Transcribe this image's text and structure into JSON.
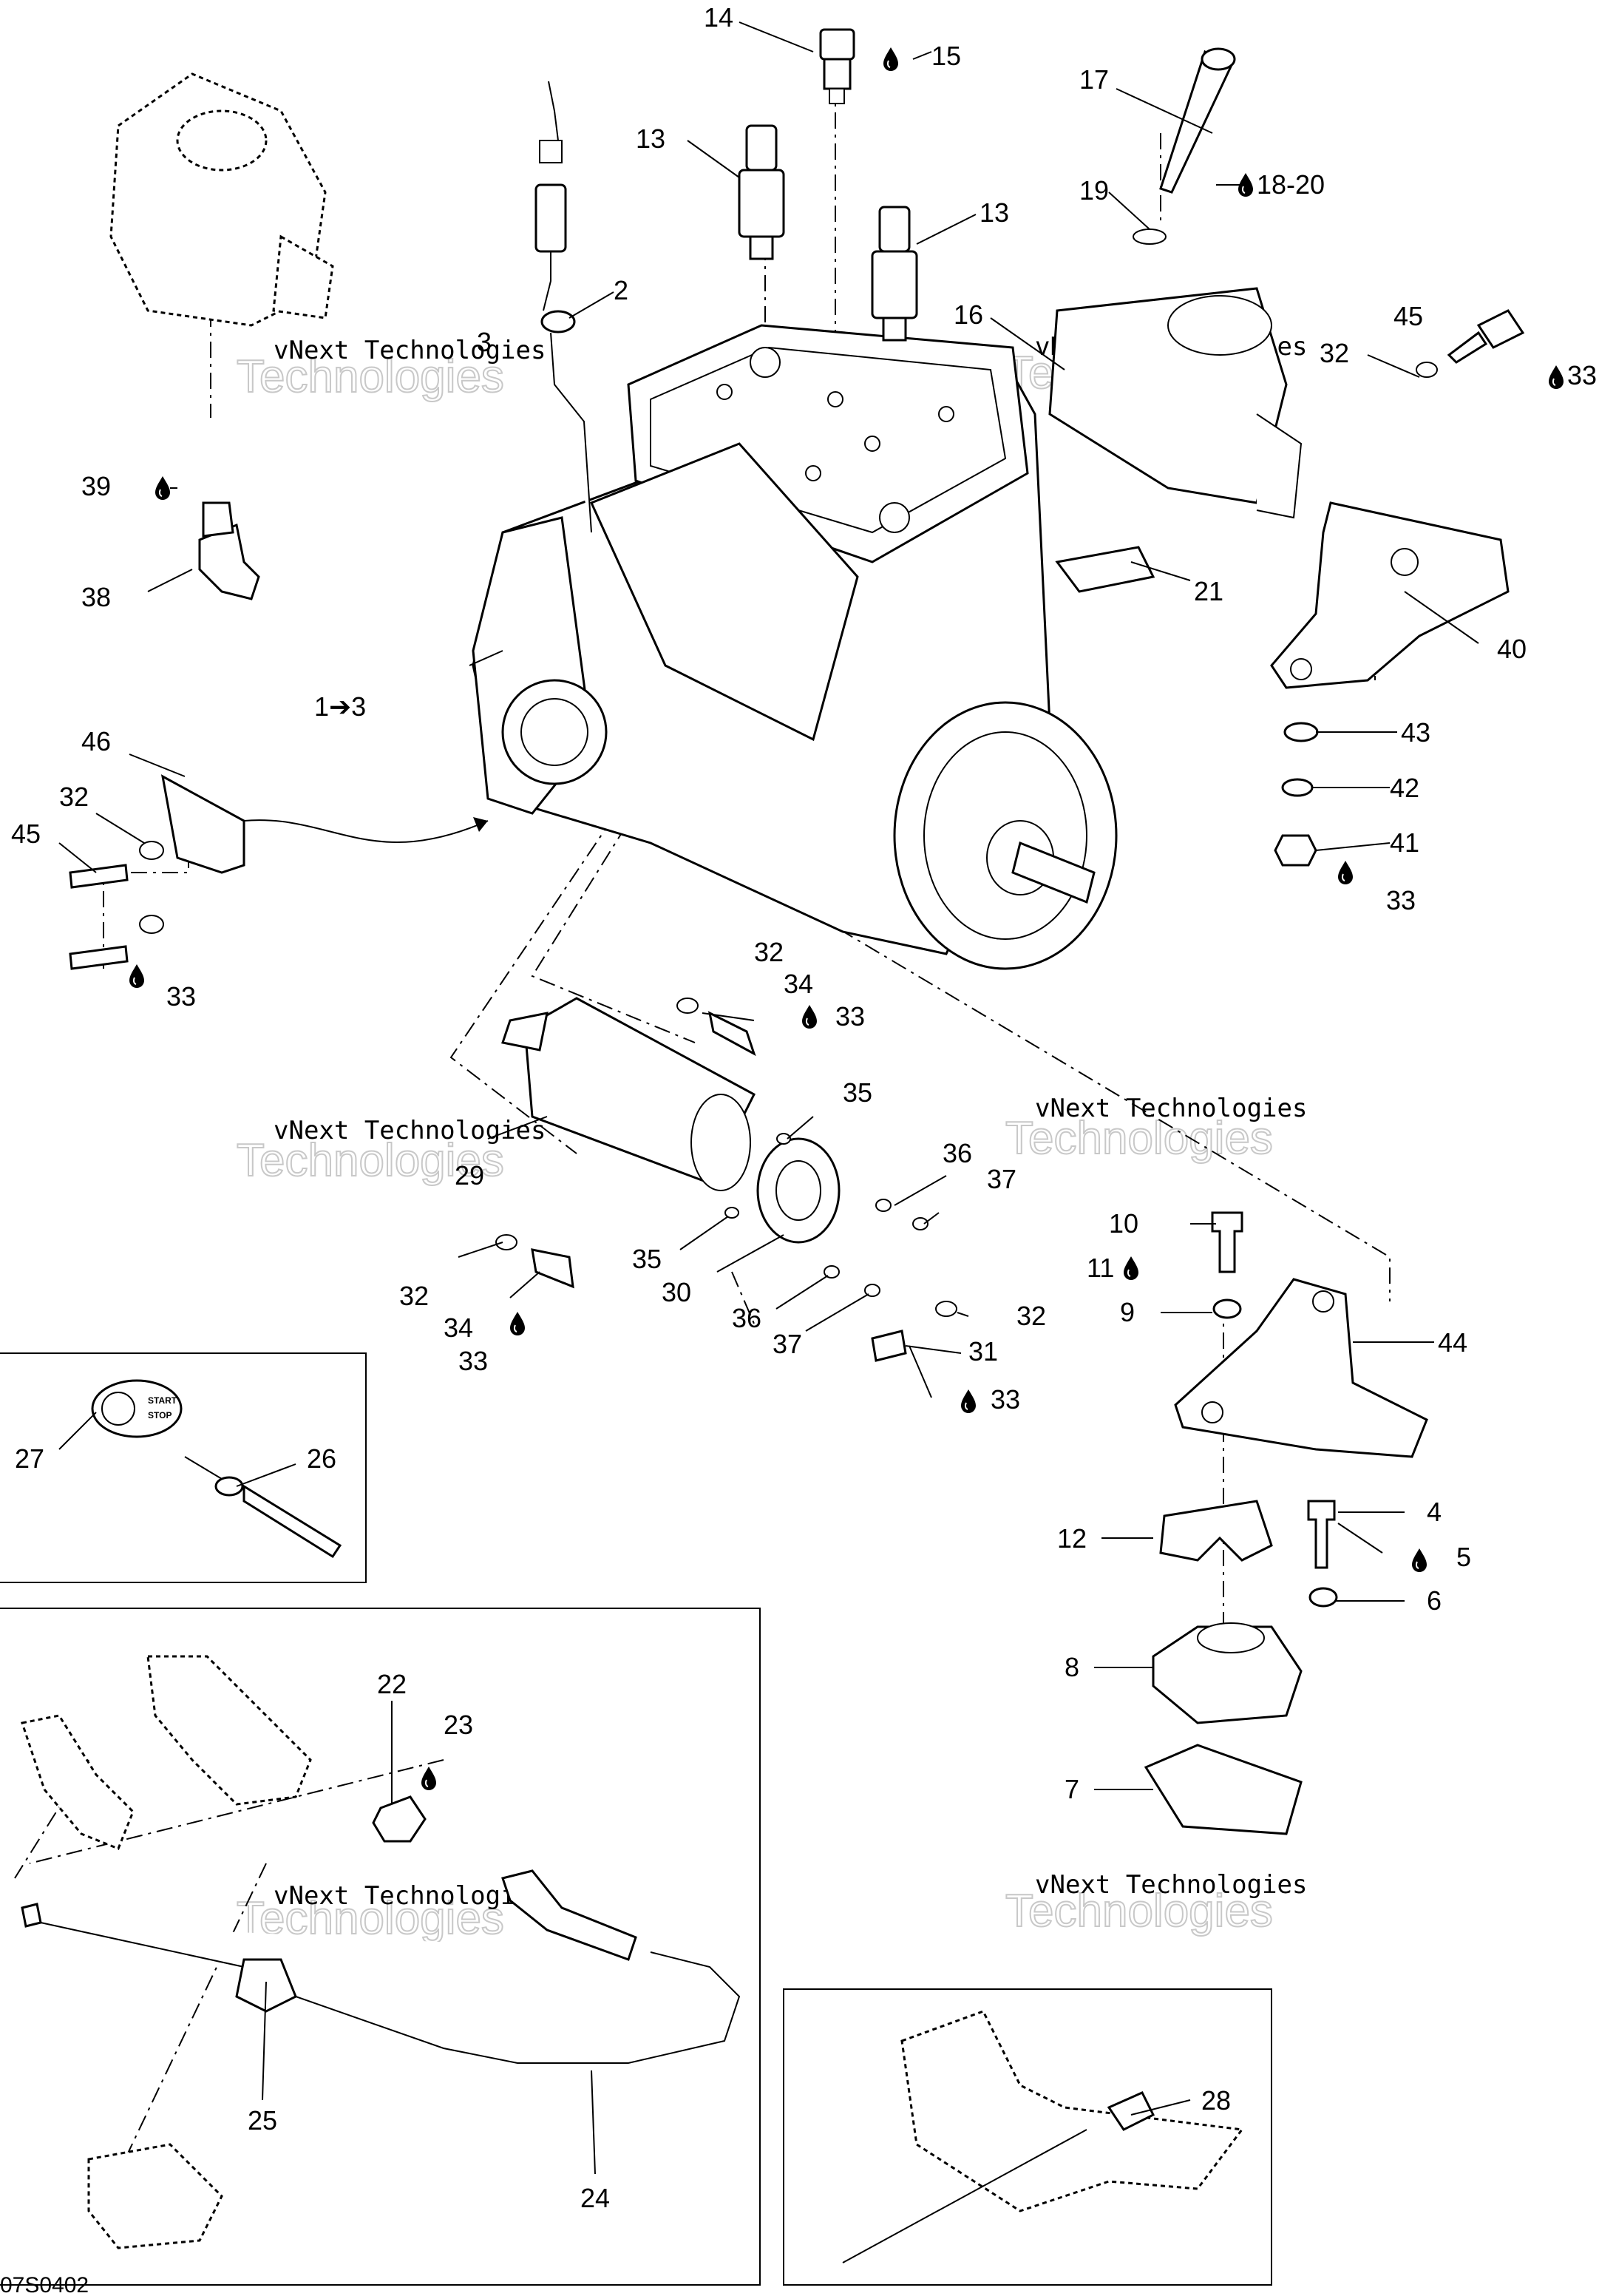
{
  "diagram_code": "07S0402",
  "callouts": {
    "c1_3": "1➔3",
    "c2": "2",
    "c3": "3",
    "c4": "4",
    "c5": "5",
    "c6": "6",
    "c7": "7",
    "c8": "8",
    "c9": "9",
    "c10": "10",
    "c11": "11",
    "c12": "12",
    "c13a": "13",
    "c13b": "13",
    "c14": "14",
    "c15": "15",
    "c16": "16",
    "c17": "17",
    "c18_20": "18-20",
    "c19": "19",
    "c21": "21",
    "c22": "22",
    "c23": "23",
    "c24": "24",
    "c25": "25",
    "c26": "26",
    "c27": "27",
    "c28": "28",
    "c29": "29",
    "c30": "30",
    "c31": "31",
    "c32a": "32",
    "c32b": "32",
    "c32c": "32",
    "c32d": "32",
    "c32e": "32",
    "c33a": "33",
    "c33b": "33",
    "c33c": "33",
    "c33d": "33",
    "c33e": "33",
    "c33f": "33",
    "c34a": "34",
    "c34b": "34",
    "c35a": "35",
    "c35b": "35",
    "c36a": "36",
    "c36b": "36",
    "c37a": "37",
    "c37b": "37",
    "c38": "38",
    "c39": "39",
    "c40": "40",
    "c41": "41",
    "c42": "42",
    "c43": "43",
    "c44": "44",
    "c45a": "45",
    "c45b": "45",
    "c46": "46"
  },
  "start_button": {
    "start": "START",
    "stop": "STOP"
  },
  "watermark": {
    "line1": "vNext Technologies",
    "line2": "Technologies",
    "line3": "vNext"
  },
  "icons": {
    "lubricant": "drop-icon"
  }
}
